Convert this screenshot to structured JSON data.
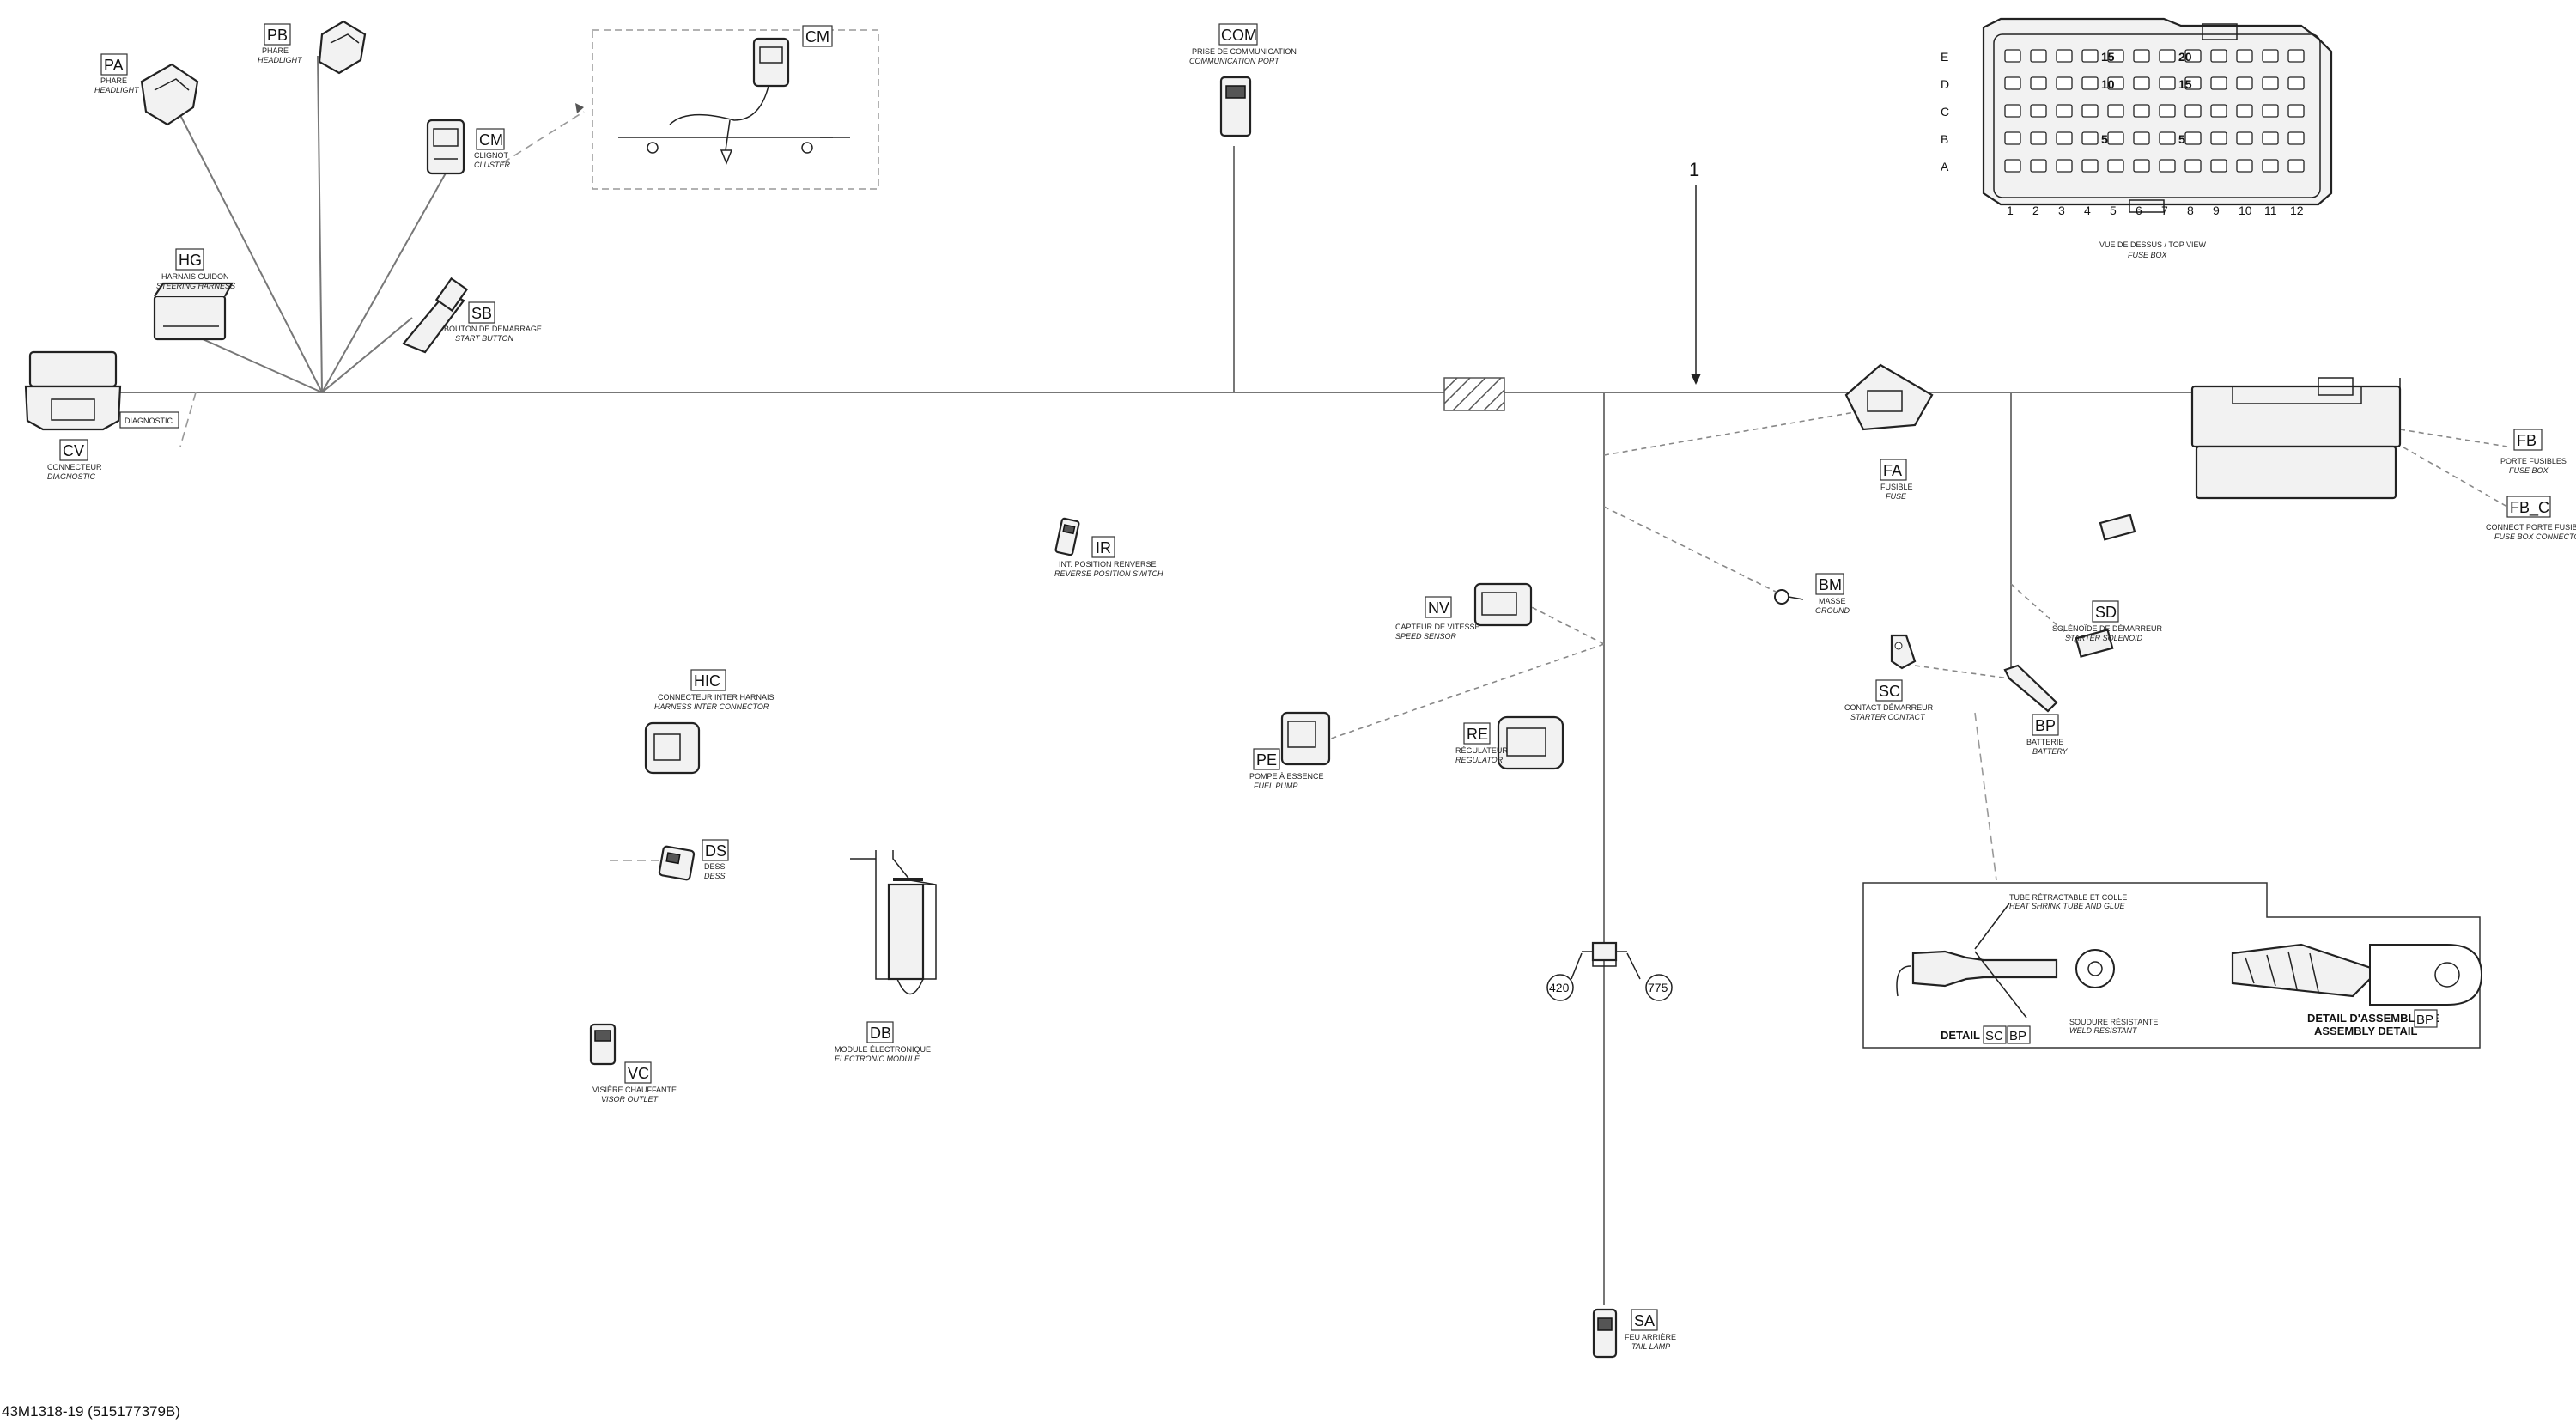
{
  "reference": "43M1318-19 (515177379B)",
  "callout_number": "1",
  "connectors": [
    {
      "code": "PA",
      "fr": "PHARE",
      "en": "HEADLIGHT"
    },
    {
      "code": "PB",
      "fr": "PHARE",
      "en": "HEADLIGHT"
    },
    {
      "code": "CM",
      "fr": "CLIGNOT",
      "en": "CLUSTER"
    },
    {
      "code": "CM",
      "fr": "",
      "en": ""
    },
    {
      "code": "COM",
      "fr": "PRISE DE COMMUNICATION",
      "en": "COMMUNICATION PORT"
    },
    {
      "code": "HG",
      "fr": "HARNAIS GUIDON",
      "en": "STEERING HARNESS"
    },
    {
      "code": "SB",
      "fr": "BOUTON DE DÉMARRAGE",
      "en": "START BUTTON"
    },
    {
      "code": "CV",
      "fr": "CONNECTEUR",
      "en": "DIAGNOSTIC"
    },
    {
      "code": "IR",
      "fr": "INT. POSITION RENVERSE",
      "en": "REVERSE POSITION SWITCH"
    },
    {
      "code": "HIC",
      "fr": "CONNECTEUR INTER HARNAIS",
      "en": "HARNESS INTER CONNECTOR"
    },
    {
      "code": "DS",
      "fr": "DESS",
      "en": "DESS"
    },
    {
      "code": "DB",
      "fr": "MODULE ÉLECTRONIQUE",
      "en": "ELECTRONIC MODULE"
    },
    {
      "code": "VC",
      "fr": "VISIÈRE CHAUFFANTE",
      "en": "VISOR OUTLET"
    },
    {
      "code": "NV",
      "fr": "CAPTEUR DE VITESSE",
      "en": "SPEED SENSOR"
    },
    {
      "code": "PE",
      "fr": "POMPE À ESSENCE",
      "en": "FUEL PUMP"
    },
    {
      "code": "RE",
      "fr": "RÉGULATEUR",
      "en": "REGULATOR"
    },
    {
      "code": "FA",
      "fr": "FUSIBLE",
      "en": "FUSE"
    },
    {
      "code": "BM",
      "fr": "MASSE",
      "en": "GROUND"
    },
    {
      "code": "SC",
      "fr": "CONTACT DÉMARREUR",
      "en": "STARTER CONTACT"
    },
    {
      "code": "BP",
      "fr": "BATTERIE",
      "en": "BATTERY"
    },
    {
      "code": "SD",
      "fr": "SOLÉNOÏDE DE DÉMARREUR",
      "en": "STARTER SOLENOID"
    },
    {
      "code": "FB",
      "fr": "PORTE FUSIBLES",
      "en": "FUSE BOX"
    },
    {
      "code": "FB_C",
      "fr": "CONNECT PORTE FUSIBLES",
      "en": "FUSE BOX CONNECTOR"
    },
    {
      "code": "SA",
      "fr": "FEU ARRIÈRE",
      "en": "TAIL LAMP"
    }
  ],
  "sub_labels": {
    "cv_side": "DIAGNOSTIC",
    "fusebox_view": "VUE DE DESSUS / TOP VIEW",
    "fusebox_sub": "FUSE BOX"
  },
  "fusebox": {
    "rows": [
      "E",
      "D",
      "C",
      "B",
      "A"
    ],
    "cols": [
      "1",
      "2",
      "3",
      "4",
      "5",
      "6",
      "7",
      "8",
      "9",
      "10",
      "11",
      "12"
    ],
    "fuse_labels": [
      "15",
      "20",
      "10",
      "15",
      "5",
      "5"
    ]
  },
  "sa_values": [
    "420",
    "775"
  ],
  "detail_sc_bp": {
    "label": "DETAIL",
    "codes": [
      "SC",
      "BP"
    ],
    "note_top": "TUBE RÉTRACTABLE ET COLLE",
    "note_top_en": "HEAT SHRINK TUBE AND GLUE",
    "note_bottom": "SOUDURE RÉSISTANTE",
    "note_bottom_en": "WELD RESISTANT"
  },
  "detail_assembly": {
    "fr": "DETAIL D'ASSEMBLAGE",
    "en": "ASSEMBLY DETAIL",
    "code": "BP"
  }
}
